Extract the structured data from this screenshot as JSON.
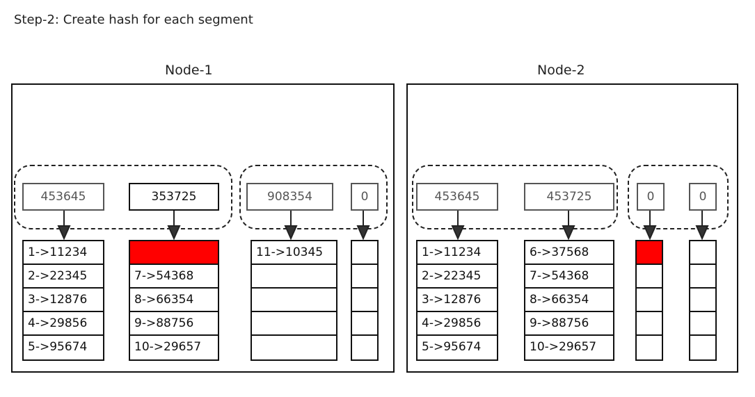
{
  "title": "Step-2: Create hash for each segment",
  "colors": {
    "highlight": "#ff0000"
  },
  "nodes": [
    {
      "label": "Node-1",
      "hashes": [
        "453645",
        "353725",
        "908354",
        "0"
      ],
      "segments": [
        {
          "cells": [
            "1->11234",
            "2->22345",
            "3->12876",
            "4->29856",
            "5->95674"
          ],
          "highlight": []
        },
        {
          "cells": [
            "",
            "7->54368",
            "8->66354",
            "9->88756",
            "10->29657"
          ],
          "highlight": [
            0
          ]
        },
        {
          "cells": [
            "11->10345",
            "",
            "",
            "",
            ""
          ],
          "highlight": []
        },
        {
          "cells": [
            "",
            "",
            "",
            "",
            ""
          ],
          "highlight": []
        }
      ]
    },
    {
      "label": "Node-2",
      "hashes": [
        "453645",
        "453725",
        "0",
        "0"
      ],
      "segments": [
        {
          "cells": [
            "1->11234",
            "2->22345",
            "3->12876",
            "4->29856",
            "5->95674"
          ],
          "highlight": []
        },
        {
          "cells": [
            "6->37568",
            "7->54368",
            "8->66354",
            "9->88756",
            "10->29657"
          ],
          "highlight": []
        },
        {
          "cells": [
            "",
            "",
            "",
            "",
            ""
          ],
          "highlight": [
            0
          ]
        },
        {
          "cells": [
            "",
            "",
            "",
            "",
            ""
          ],
          "highlight": []
        }
      ]
    }
  ]
}
